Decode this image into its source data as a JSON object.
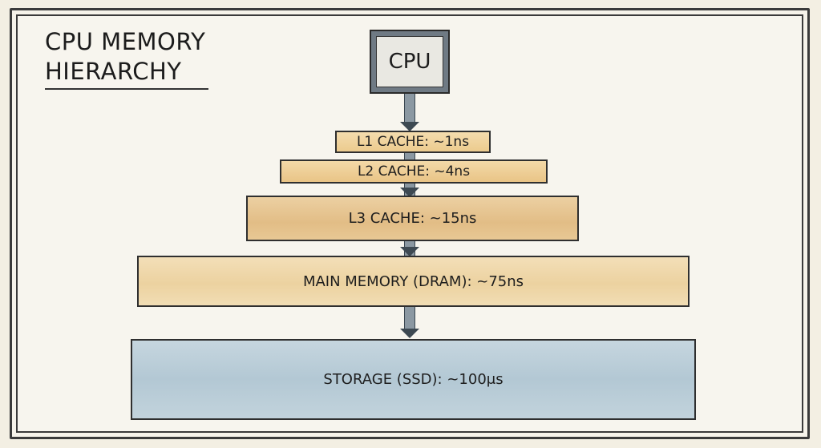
{
  "title_lines": [
    "CPU MEMORY",
    "HIERARCHY"
  ],
  "cpu": {
    "label": "CPU"
  },
  "tiers": {
    "l1": {
      "label": "L1 CACHE: ~1ns"
    },
    "l2": {
      "label": "L2 CACHE: ~4ns"
    },
    "l3": {
      "label": "L3 CACHE: ~15ns"
    },
    "dram": {
      "label": "MAIN MEMORY (DRAM): ~75ns"
    },
    "ssd": {
      "label": "STORAGE (SSD): ~100μs"
    }
  },
  "colors": {
    "cache": "#ecca8e",
    "storage": "#b6cad6",
    "cpu_body": "#6f7a84",
    "connector": "#8b98a2"
  }
}
